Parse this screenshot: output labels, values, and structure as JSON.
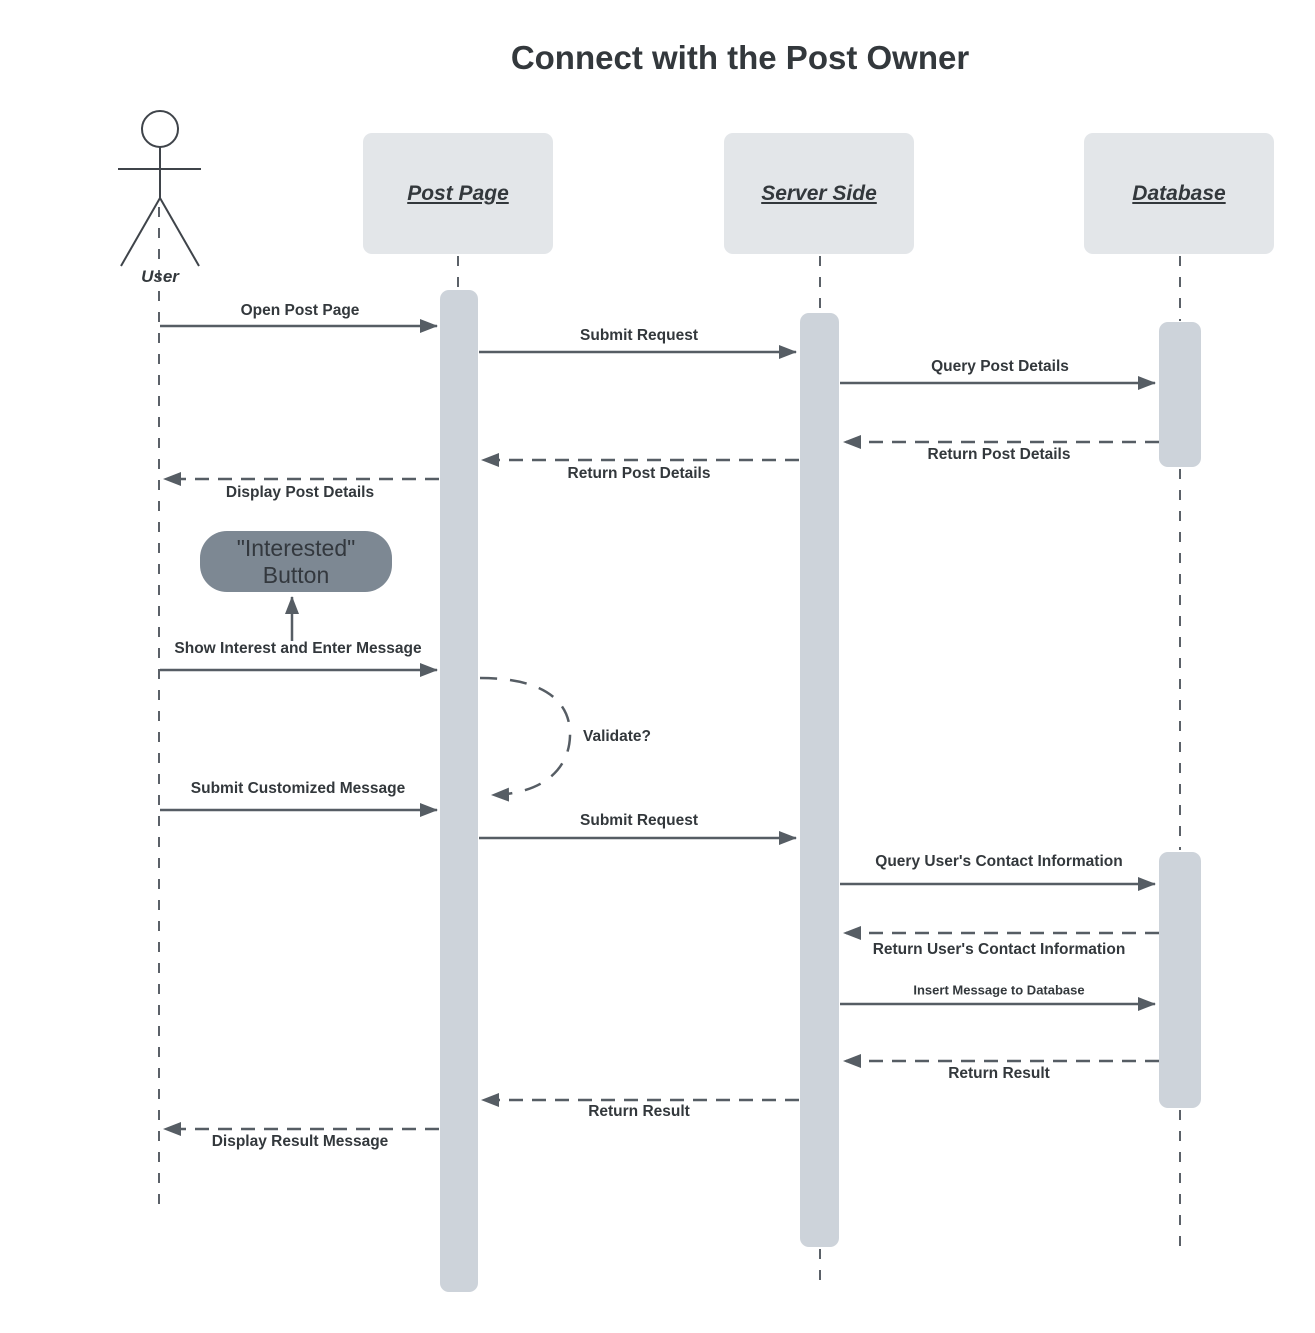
{
  "title": "Connect with the Post Owner",
  "actors": {
    "user": {
      "label": "User",
      "kind": "stick-figure"
    },
    "post_page": {
      "label": "Post Page"
    },
    "server_side": {
      "label": "Server Side"
    },
    "database": {
      "label": "Database"
    }
  },
  "nodes": {
    "interested_button": {
      "line1": "\"Interested\"",
      "line2": "Button"
    }
  },
  "messages": [
    {
      "label": "Open Post Page",
      "from": "user",
      "to": "post_page",
      "style": "solid"
    },
    {
      "label": "Submit Request",
      "from": "post_page",
      "to": "server_side",
      "style": "solid"
    },
    {
      "label": "Query Post Details",
      "from": "server_side",
      "to": "database",
      "style": "solid"
    },
    {
      "label": "Return Post Details",
      "from": "database",
      "to": "server_side",
      "style": "dashed"
    },
    {
      "label": "Return Post Details",
      "from": "server_side",
      "to": "post_page",
      "style": "dashed"
    },
    {
      "label": "Display Post Details",
      "from": "post_page",
      "to": "user",
      "style": "dashed"
    },
    {
      "label": "Show Interest and Enter Message",
      "from": "user",
      "to": "post_page",
      "style": "solid"
    },
    {
      "label": "Validate?",
      "from": "post_page",
      "to": "post_page",
      "style": "self-loop-dashed"
    },
    {
      "label": "Submit Customized Message",
      "from": "user",
      "to": "post_page",
      "style": "solid"
    },
    {
      "label": "Submit Request",
      "from": "post_page",
      "to": "server_side",
      "style": "solid"
    },
    {
      "label": "Query User's Contact Information",
      "from": "server_side",
      "to": "database",
      "style": "solid"
    },
    {
      "label": "Return User's Contact Information",
      "from": "database",
      "to": "server_side",
      "style": "dashed"
    },
    {
      "label": "Insert Message to Database",
      "from": "server_side",
      "to": "database",
      "style": "solid"
    },
    {
      "label": "Return Result",
      "from": "database",
      "to": "server_side",
      "style": "dashed"
    },
    {
      "label": "Return Result",
      "from": "server_side",
      "to": "post_page",
      "style": "dashed"
    },
    {
      "label": "Display Result Message",
      "from": "post_page",
      "to": "user",
      "style": "dashed"
    }
  ],
  "colors": {
    "background": "#ffffff",
    "header_box_fill": "#e3e6e9",
    "activation_bar_fill": "#cdd3da",
    "interested_button_fill": "#7d8893",
    "arrow_stroke": "#565d64",
    "text": "#33383c"
  }
}
